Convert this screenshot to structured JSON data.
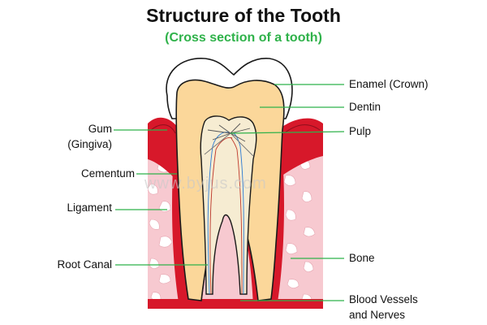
{
  "header": {
    "title": "Structure of the Tooth",
    "subtitle": "(Cross section of a tooth)"
  },
  "labels": {
    "enamel": "Enamel (Crown)",
    "dentin": "Dentin",
    "pulp": "Pulp",
    "gum_line1": "Gum",
    "gum_line2": "(Gingiva)",
    "cementum": "Cementum",
    "ligament": "Ligament",
    "bone": "Bone",
    "root_canal": "Root Canal",
    "blood_line1": "Blood Vessels",
    "blood_line2": "and Nerves"
  },
  "watermark": "www.byjus.com",
  "colors": {
    "title": "#111111",
    "subtitle": "#2fb24a",
    "leader_line": "#2fb24a",
    "gum": "#d7182a",
    "bone": "#f7c9d0",
    "dentin": "#fbd79a",
    "pulp": "#f6ecd2",
    "enamel": "#ffffff"
  }
}
